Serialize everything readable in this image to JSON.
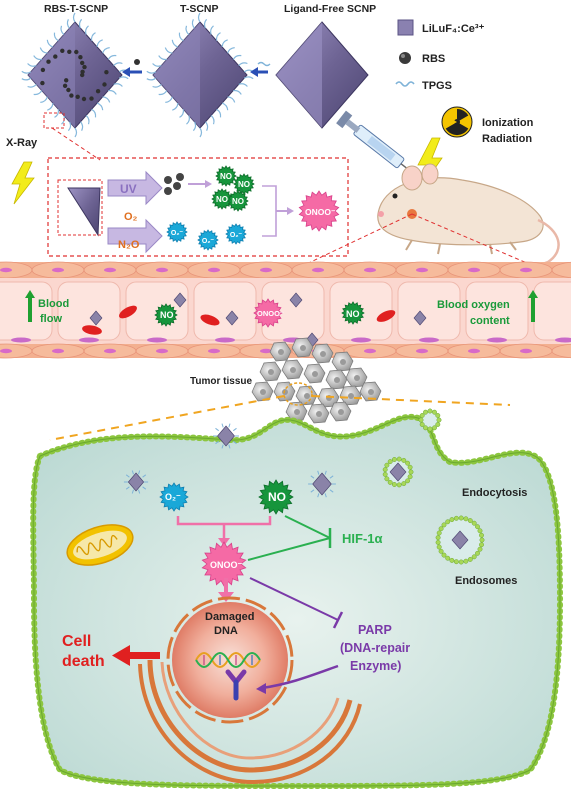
{
  "nanoparticles": {
    "rbs_t_scnp": "RBS-T-SCNP",
    "t_scnp": "T-SCNP",
    "ligand_free": "Ligand-Free SCNP"
  },
  "legend": {
    "crystal": "LiLuF₄:Ce³⁺",
    "rbs": "RBS",
    "tpgs": "TPGS"
  },
  "radiation": {
    "ionization": "Ionization",
    "radiation": "Radiation"
  },
  "xray": "X-Ray",
  "reaction": {
    "uv": "UV",
    "o2": "O₂",
    "n2o": "N₂O",
    "no": "NO",
    "superoxide": "O₂⁻",
    "onoo": "ONOO⁻"
  },
  "vessel": {
    "blood_flow_1": "Blood",
    "blood_flow_2": "flow",
    "oxygen_1": "Blood  oxygen",
    "oxygen_2": "content",
    "no": "NO",
    "onoo": "ONOO⁻"
  },
  "tumor_tissue": "Tumor tissue",
  "cell": {
    "superoxide": "O₂⁻",
    "no": "NO",
    "onoo": "ONOO⁻",
    "hif": "HIF-1α",
    "endocytosis": "Endocytosis",
    "endosomes": "Endosomes",
    "damaged": "Damaged",
    "dna": "DNA",
    "parp_1": "PARP",
    "parp_2": "(DNA-repair",
    "parp_3": "Enzyme)",
    "cell_death_1": "Cell",
    "cell_death_2": "death"
  },
  "colors": {
    "crystal": "#7a6fa0",
    "no_green": "#1a9a3a",
    "superoxide_blue": "#1aa8d8",
    "onoo_pink": "#f06aa0",
    "hif_green": "#2ab050",
    "parp_purple": "#7a3aa8",
    "death_red": "#e02020",
    "membrane": "#8cc63f",
    "cytoplasm": "#d4e8e6",
    "vessel": "#f8c8b8"
  }
}
